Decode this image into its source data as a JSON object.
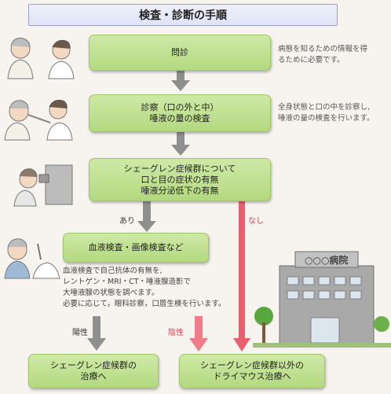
{
  "title": "検査・診断の手順",
  "steps": {
    "interview": {
      "label": "問診"
    },
    "exam": {
      "line1": "診察（口の外と中）",
      "line2": "唾液の量の検査"
    },
    "sjogren": {
      "line1": "シェーグレン症候群について",
      "line2": "口と目の症状の有無",
      "line3": "唾液分泌低下の有無"
    },
    "tests": {
      "label": "血液検査・画像検査など"
    },
    "sjogren_treat": {
      "line1": "シェーグレン症候群の",
      "line2": "治療へ"
    },
    "dry_treat": {
      "line1": "シェーグレン症候群以外の",
      "line2": "ドライマウス治療へ"
    }
  },
  "notes": {
    "interview": {
      "line1": "病態を知るための情報を得",
      "line2": "るために必要です。"
    },
    "exam": {
      "line1": "全身状態と口の中を診察し,",
      "line2": "唾液の量の検査を行います。"
    }
  },
  "test_details": [
    "血液検査で自己抗体の有無を,",
    "レントゲン・MRI・CT・唾液腺造影で",
    "大唾液腺の状態を調べます。",
    "必要に応じて，眼科診察，口唇生検を行います。"
  ],
  "labels": {
    "yes": "あり",
    "no": "なし",
    "positive": "陽性",
    "negative": "陰性"
  },
  "hospital_sign": "○○○病院",
  "colors": {
    "box": "#b9dc86",
    "gray_arrow": "#8f8f8f",
    "red_arrow": "#e8606f",
    "pink_arrow": "#f07c8a"
  }
}
